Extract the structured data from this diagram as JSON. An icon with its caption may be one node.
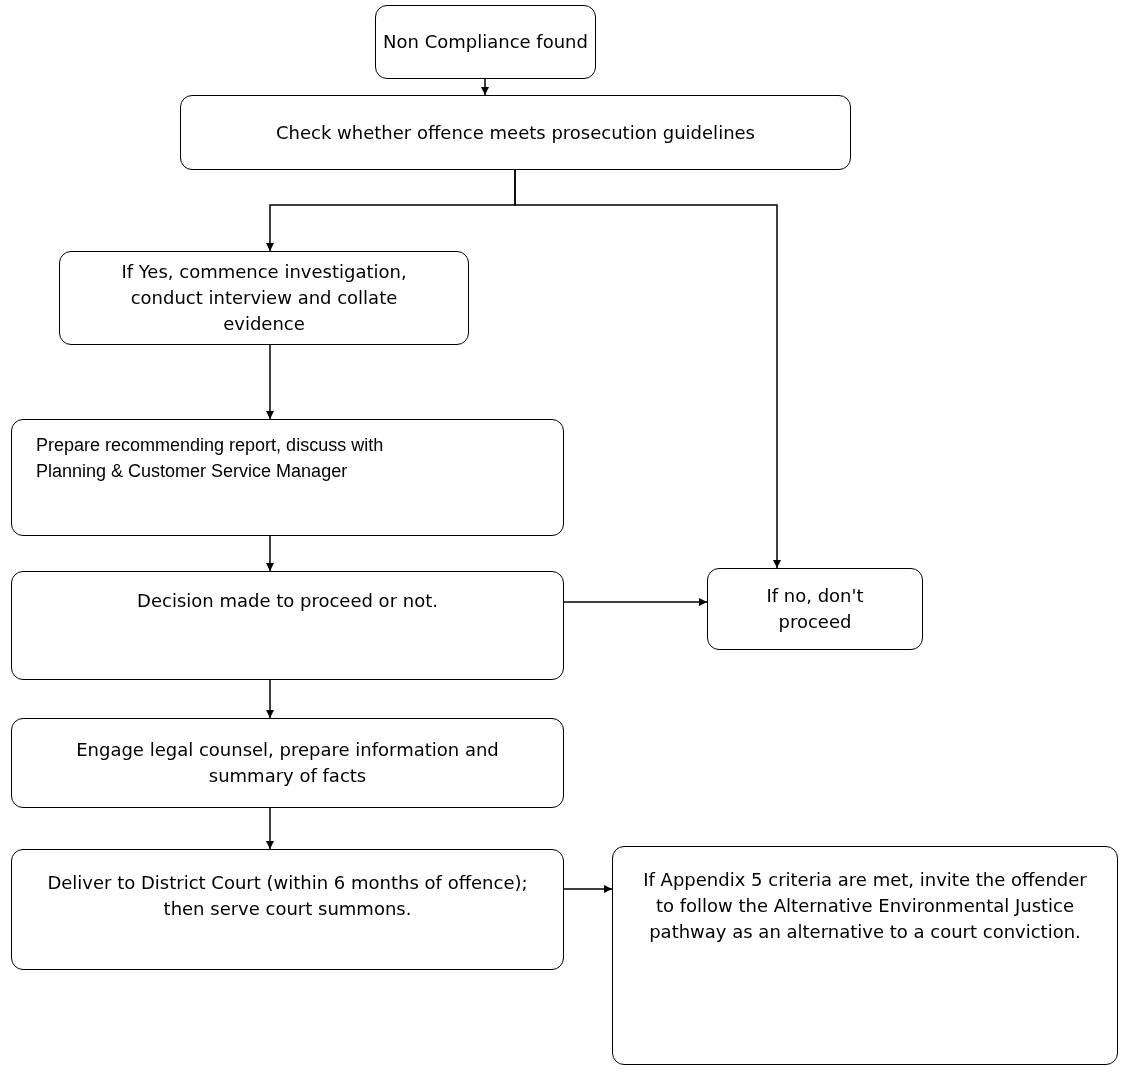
{
  "diagram": {
    "nodes": [
      {
        "text": [
          "Non Compliance found"
        ]
      },
      {
        "text": [
          "Check whether offence meets prosecution guidelines"
        ]
      },
      {
        "text": [
          "If Yes, commence investigation, conduct interview and collate evidence"
        ]
      },
      {
        "text": [
          "Prepare recommending report, discuss with Planning & Customer Service Manager"
        ]
      },
      {
        "text": [
          "Decision made to proceed or not."
        ]
      },
      {
        "text": [
          "If no, don't proceed"
        ]
      },
      {
        "text": [
          "Engage legal counsel, prepare information and summary of facts"
        ]
      },
      {
        "text": [
          "Deliver to District Court (within 6 months of offence); then serve court summons."
        ]
      },
      {
        "text": [
          "If Appendix 5 criteria are met, invite the offender to follow the Alternative Environmental Justice pathway as an alternative to a court conviction."
        ]
      }
    ],
    "edges": [
      {
        "from": 0,
        "to": 1,
        "arrow": "to"
      },
      {
        "from": 1,
        "to": 2,
        "arrow": "to"
      },
      {
        "from": 1,
        "to": 5,
        "arrow": "to"
      },
      {
        "from": 2,
        "to": 3,
        "arrow": "to"
      },
      {
        "from": 3,
        "to": 4,
        "arrow": "to"
      },
      {
        "from": 4,
        "to": 5,
        "arrow": "to"
      },
      {
        "from": 4,
        "to": 6,
        "arrow": "to"
      },
      {
        "from": 6,
        "to": 7,
        "arrow": "to"
      },
      {
        "from": 7,
        "to": 8,
        "arrow": "to"
      }
    ]
  }
}
